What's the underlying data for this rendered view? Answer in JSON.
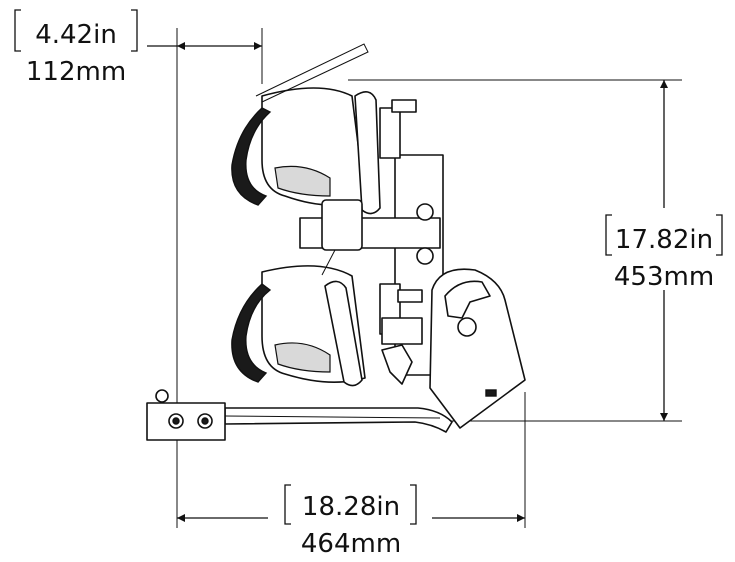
{
  "dimensions": {
    "offset": {
      "imperial": "4.42in",
      "metric": "112mm"
    },
    "height": {
      "imperial": "17.82in",
      "metric": "453mm"
    },
    "width": {
      "imperial": "18.28in",
      "metric": "464mm"
    }
  },
  "colors": {
    "line": "#111111",
    "background": "#ffffff",
    "fill_dark": "#1a1a1a",
    "fill_grey": "#d9d9d9"
  }
}
